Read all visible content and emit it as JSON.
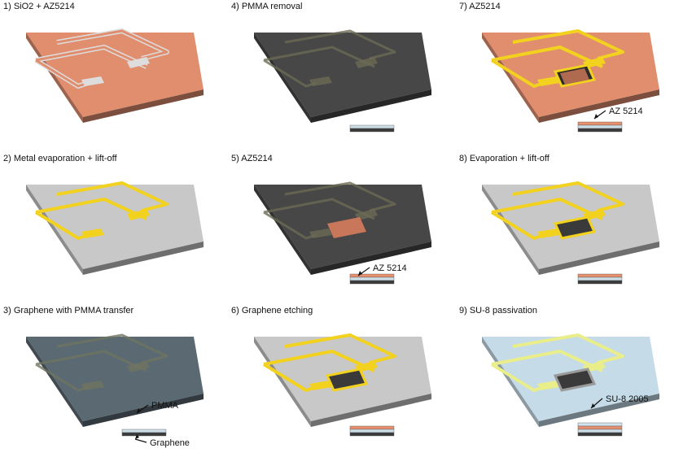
{
  "panels": [
    {
      "title": "1) SiO2 + AZ5214",
      "substrate_color": "#e08e6e",
      "trace": "outline",
      "trace_color": "#c8c8c8",
      "channel": "none",
      "stack": [],
      "callouts": []
    },
    {
      "title": "4) PMMA removal",
      "substrate_color": "#474747",
      "trace": "faint",
      "trace_color": "#6b6a55",
      "channel": "none",
      "stack": [
        "#ccdde6",
        "#3b3b3b"
      ],
      "callouts": []
    },
    {
      "title": "7) AZ5214",
      "substrate_color": "#e08e6e",
      "trace": "gold",
      "trace_color": "#f2d21f",
      "channel": "brown-exposed",
      "stack": [
        "#e6906d",
        "#ccdde6",
        "#3b3b3b"
      ],
      "callouts": [
        "AZ 5214"
      ]
    },
    {
      "title": "2) Metal evaporation + lift-off",
      "substrate_color": "#c8c8c8",
      "trace": "gold",
      "trace_color": "#f2d21f",
      "channel": "none",
      "stack": [],
      "callouts": []
    },
    {
      "title": "5) AZ5214",
      "substrate_color": "#474747",
      "trace": "faint",
      "trace_color": "#6b6a55",
      "channel": "orange",
      "stack": [
        "#e6906d",
        "#ccdde6",
        "#3b3b3b"
      ],
      "callouts": [
        "AZ 5214"
      ]
    },
    {
      "title": "8) Evaporation + lift-off",
      "substrate_color": "#c8c8c8",
      "trace": "gold",
      "trace_color": "#f2d21f",
      "channel": "dark",
      "stack": [
        "#e6906d",
        "#ccdde6",
        "#3b3b3b"
      ],
      "callouts": []
    },
    {
      "title": "3) Graphene with PMMA transfer",
      "substrate_color": "#5b6a72",
      "trace": "faint",
      "trace_color": "#6f7460",
      "channel": "none",
      "stack": [
        "#ccdde6",
        "#3b3b3b"
      ],
      "callouts": [
        "PMMA",
        "Graphene"
      ]
    },
    {
      "title": "6) Graphene etching",
      "substrate_color": "#c8c8c8",
      "trace": "gold",
      "trace_color": "#f2d21f",
      "channel": "dark",
      "stack": [
        "#e6906d",
        "#ccdde6",
        "#3b3b3b"
      ],
      "callouts": []
    },
    {
      "title": "9) SU-8 passivation",
      "substrate_color": "#c5dbe7",
      "trace": "pale",
      "trace_color": "#e9ee8a",
      "channel": "dark-outlined",
      "stack": [
        "#d4e4ed",
        "#e6906d",
        "#ccdde6",
        "#3b3b3b"
      ],
      "callouts": [
        "SU-8 2005"
      ]
    }
  ]
}
